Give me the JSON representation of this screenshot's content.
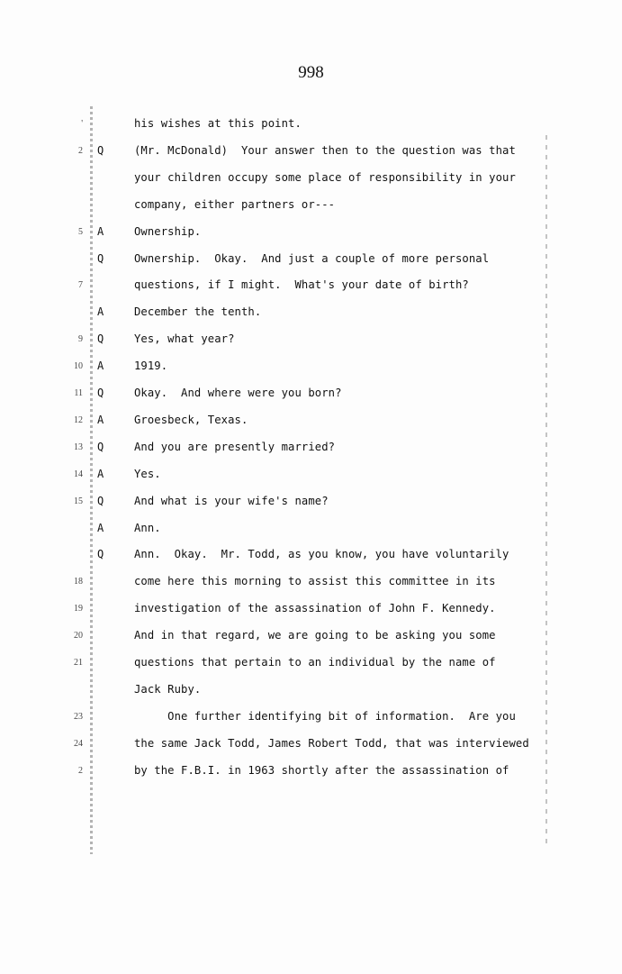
{
  "page_number": "998",
  "lines": [
    {
      "num": "'",
      "speaker": "",
      "text": "his wishes at this point."
    },
    {
      "num": "2",
      "speaker": "Q",
      "text": "(Mr. McDonald)  Your answer then to the question was that"
    },
    {
      "num": "",
      "speaker": "",
      "text": "your children occupy some place of responsibility in your"
    },
    {
      "num": "",
      "speaker": "",
      "text": "company, either partners or---"
    },
    {
      "num": "5",
      "speaker": "A",
      "text": "Ownership."
    },
    {
      "num": "",
      "speaker": "Q",
      "text": "Ownership.  Okay.  And just a couple of more personal"
    },
    {
      "num": "7",
      "speaker": "",
      "text": "questions, if I might.  What's your date of birth?"
    },
    {
      "num": "",
      "speaker": "A",
      "text": "December the tenth."
    },
    {
      "num": "9",
      "speaker": "Q",
      "text": "Yes, what year?"
    },
    {
      "num": "10",
      "speaker": "A",
      "text": "1919."
    },
    {
      "num": "11",
      "speaker": "Q",
      "text": "Okay.  And where were you born?"
    },
    {
      "num": "12",
      "speaker": "A",
      "text": "Groesbeck, Texas."
    },
    {
      "num": "13",
      "speaker": "Q",
      "text": "And you are presently married?"
    },
    {
      "num": "14",
      "speaker": "A",
      "text": "Yes."
    },
    {
      "num": "15",
      "speaker": "Q",
      "text": "And what is your wife's name?"
    },
    {
      "num": "",
      "speaker": "A",
      "text": "Ann."
    },
    {
      "num": "",
      "speaker": "Q",
      "text": "Ann.  Okay.  Mr. Todd, as you know, you have voluntarily"
    },
    {
      "num": "18",
      "speaker": "",
      "text": "come here this morning to assist this committee in its"
    },
    {
      "num": "19",
      "speaker": "",
      "text": "investigation of the assassination of John F. Kennedy."
    },
    {
      "num": "20",
      "speaker": "",
      "text": "And in that regard, we are going to be asking you some"
    },
    {
      "num": "21",
      "speaker": "",
      "text": "questions that pertain to an individual by the name of"
    },
    {
      "num": "",
      "speaker": "",
      "text": "Jack Ruby."
    },
    {
      "num": "23",
      "speaker": "",
      "text": "     One further identifying bit of information.  Are you"
    },
    {
      "num": "24",
      "speaker": "",
      "text": "the same Jack Todd, James Robert Todd, that was interviewed"
    },
    {
      "num": "2",
      "speaker": "",
      "text": "by the F.B.I. in 1963 shortly after the assassination of"
    }
  ]
}
